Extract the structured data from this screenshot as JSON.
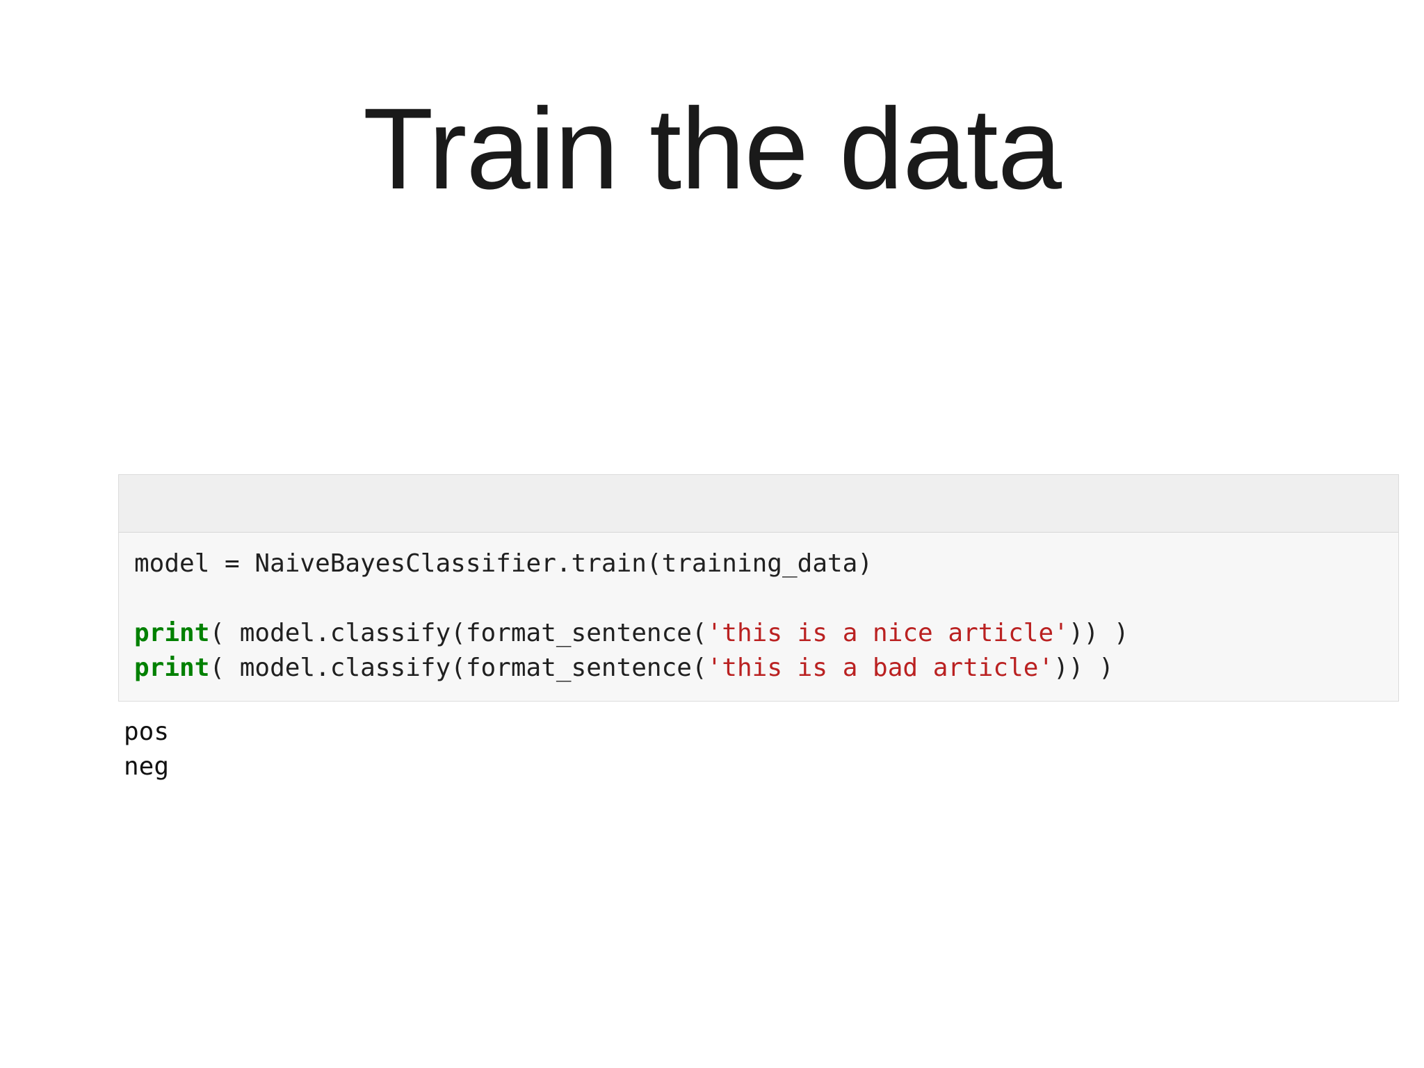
{
  "slide": {
    "title": "Train the data",
    "background_color": "#ffffff"
  },
  "code_cell": {
    "header_label": "",
    "header_color": "#efefef",
    "body_color": "#f7f7f7",
    "border_color": "#dcdcdc",
    "keyword_color": "#008000",
    "string_color": "#ba2121",
    "text_color": "#202020",
    "lines": [
      {
        "id": "line-1",
        "tokens": [
          {
            "type": "plain",
            "text": "model = NaiveBayesClassifier.train(training_data)"
          }
        ]
      },
      {
        "id": "line-2",
        "tokens": []
      },
      {
        "id": "line-3",
        "tokens": [
          {
            "type": "keyword",
            "text": "print"
          },
          {
            "type": "plain",
            "text": "( model.classify(format_sentence("
          },
          {
            "type": "string",
            "text": "'this is a nice article'"
          },
          {
            "type": "plain",
            "text": ")) )"
          }
        ]
      },
      {
        "id": "line-4",
        "tokens": [
          {
            "type": "keyword",
            "text": "print"
          },
          {
            "type": "plain",
            "text": "( model.classify(format_sentence("
          },
          {
            "type": "string",
            "text": "'this is a bad article'"
          },
          {
            "type": "plain",
            "text": ")) )"
          }
        ]
      }
    ]
  },
  "output": {
    "lines": [
      "pos",
      "neg"
    ]
  }
}
